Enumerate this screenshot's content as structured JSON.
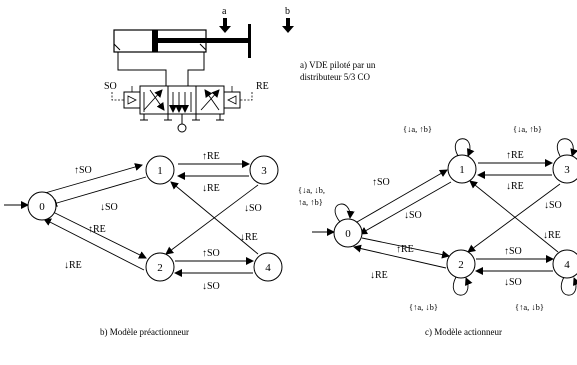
{
  "figure": {
    "part_a": {
      "caption_line1": "a) VDE piloté par un",
      "caption_line2": "distributeur 5/3 CO",
      "signal_a": "a",
      "signal_b": "b",
      "port_left": "SO",
      "port_right": "RE"
    },
    "part_b": {
      "caption": "b) Modèle préactionneur",
      "nodes": [
        "0",
        "1",
        "2",
        "3",
        "4"
      ],
      "edge_labels": {
        "e01": "↑SO",
        "e10": "↓SO",
        "e02": "↑RE",
        "e20": "↓RE",
        "e13": "↑RE",
        "e31": "↓RE",
        "e24": "↑SO",
        "e42": "↓SO",
        "e32": "↓SO",
        "e41": "↓RE"
      }
    },
    "part_c": {
      "caption": "c) Modèle actionneur",
      "nodes": [
        "0",
        "1",
        "2",
        "3",
        "4"
      ],
      "edge_labels": {
        "e01": "↑SO",
        "e10": "↓SO",
        "e02": "↑RE",
        "e20": "↓RE",
        "e13": "↑RE",
        "e31": "↓RE",
        "e24": "↑SO",
        "e42": "↓SO",
        "e32": "↓SO",
        "e41": "↓RE"
      },
      "self_loops": {
        "n0_line1": "{↓a, ↓b,",
        "n0_line2": "↑a, ↑b}",
        "n1": "{↓a, ↑b}",
        "n3": "{↓a, ↑b}",
        "n2": "{↑a, ↓b}",
        "n4": "{↑a, ↓b}"
      }
    }
  }
}
